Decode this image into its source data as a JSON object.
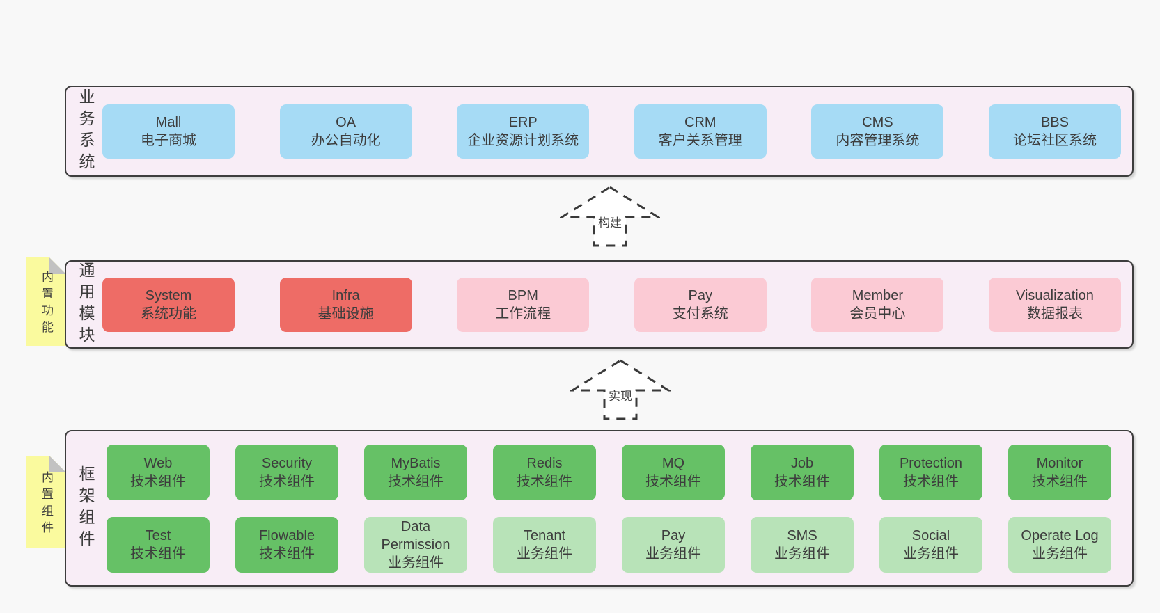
{
  "colors": {
    "page_bg": "#f8f8f8",
    "band_bg": "#f8edf6",
    "band_border": "#3d3d3d",
    "blue_box": "#a6dbf5",
    "red_box": "#ee6c66",
    "pink_box": "#fbcad4",
    "green_box": "#66c166",
    "light_green_box": "#b8e3b8",
    "note_yellow": "#fafa9e",
    "note_fold_gray": "#c2c2c2",
    "text": "#3d3d3d",
    "arrow_dash": "#3a3a3a"
  },
  "notes": [
    {
      "text": "内置功能"
    },
    {
      "text": "内置组件"
    }
  ],
  "arrows": [
    {
      "label": "构建"
    },
    {
      "label": "实现"
    }
  ],
  "bands": [
    {
      "label": "业务系统",
      "boxes": [
        {
          "title": "Mall",
          "subtitle": "电子商城",
          "variant": "blue"
        },
        {
          "title": "OA",
          "subtitle": "办公自动化",
          "variant": "blue"
        },
        {
          "title": "ERP",
          "subtitle": "企业资源计划系统",
          "variant": "blue"
        },
        {
          "title": "CRM",
          "subtitle": "客户关系管理",
          "variant": "blue"
        },
        {
          "title": "CMS",
          "subtitle": "内容管理系统",
          "variant": "blue"
        },
        {
          "title": "BBS",
          "subtitle": "论坛社区系统",
          "variant": "blue"
        }
      ]
    },
    {
      "label": "通用模块",
      "boxes": [
        {
          "title": "System",
          "subtitle": "系统功能",
          "variant": "red"
        },
        {
          "title": "Infra",
          "subtitle": "基础设施",
          "variant": "red"
        },
        {
          "title": "BPM",
          "subtitle": "工作流程",
          "variant": "pink"
        },
        {
          "title": "Pay",
          "subtitle": "支付系统",
          "variant": "pink"
        },
        {
          "title": "Member",
          "subtitle": "会员中心",
          "variant": "pink"
        },
        {
          "title": "Visualization",
          "subtitle": "数据报表",
          "variant": "pink"
        }
      ]
    },
    {
      "label": "框架组件",
      "rows": [
        {
          "boxes": [
            {
              "title": "Web",
              "subtitle": "技术组件",
              "variant": "green"
            },
            {
              "title": "Security",
              "subtitle": "技术组件",
              "variant": "green"
            },
            {
              "title": "MyBatis",
              "subtitle": "技术组件",
              "variant": "green"
            },
            {
              "title": "Redis",
              "subtitle": "技术组件",
              "variant": "green"
            },
            {
              "title": "MQ",
              "subtitle": "技术组件",
              "variant": "green"
            },
            {
              "title": "Job",
              "subtitle": "技术组件",
              "variant": "green"
            },
            {
              "title": "Protection",
              "subtitle": "技术组件",
              "variant": "green"
            },
            {
              "title": "Monitor",
              "subtitle": "技术组件",
              "variant": "green"
            }
          ]
        },
        {
          "boxes": [
            {
              "title": "Test",
              "subtitle": "技术组件",
              "variant": "green"
            },
            {
              "title": "Flowable",
              "subtitle": "技术组件",
              "variant": "green"
            },
            {
              "title": "Data Permission",
              "subtitle": "业务组件",
              "variant": "lightgreen"
            },
            {
              "title": "Tenant",
              "subtitle": "业务组件",
              "variant": "lightgreen"
            },
            {
              "title": "Pay",
              "subtitle": "业务组件",
              "variant": "lightgreen"
            },
            {
              "title": "SMS",
              "subtitle": "业务组件",
              "variant": "lightgreen"
            },
            {
              "title": "Social",
              "subtitle": "业务组件",
              "variant": "lightgreen"
            },
            {
              "title": "Operate Log",
              "subtitle": "业务组件",
              "variant": "lightgreen"
            }
          ]
        }
      ]
    }
  ]
}
